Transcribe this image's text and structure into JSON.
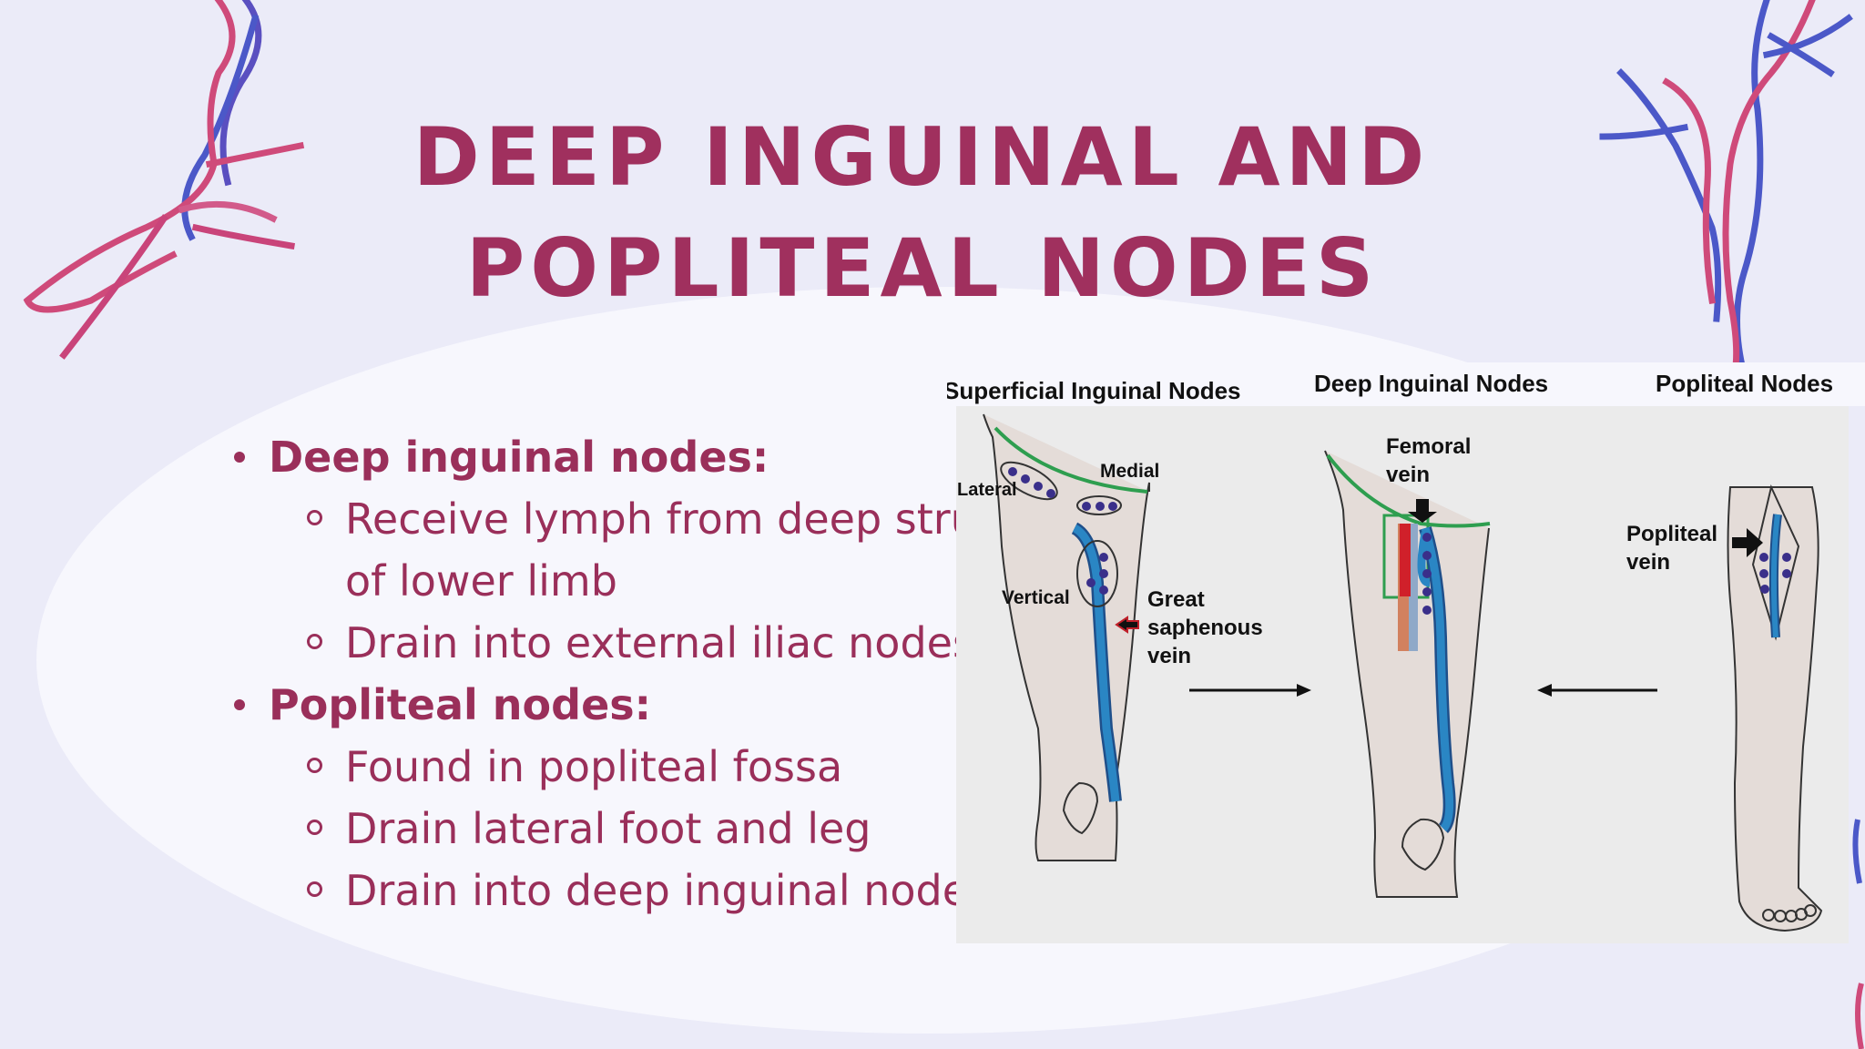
{
  "slide": {
    "title_line1": "DEEP INGUINAL AND",
    "title_line2": "POPLITEAL NODES"
  },
  "bullets": [
    {
      "heading": "Deep inguinal nodes:",
      "items": [
        "Receive lymph from deep structures",
        "of lower limb",
        "Drain into external iliac nodes"
      ]
    },
    {
      "heading": "Popliteal nodes:",
      "items": [
        "Found in popliteal fossa",
        "Drain lateral foot and leg",
        "Drain into deep inguinal nodes"
      ]
    }
  ],
  "figure": {
    "header_superficial": "Superficial Inguinal Nodes",
    "header_deep": "Deep Inguinal Nodes",
    "header_popliteal": "Popliteal Nodes",
    "label_lateral": "Lateral",
    "label_medial": "Medial",
    "label_vertical": "Vertical",
    "label_great_1": "Great",
    "label_great_2": "saphenous",
    "label_great_3": "vein",
    "label_femoral_1": "Femoral",
    "label_femoral_2": "vein",
    "label_popliteal_1": "Popliteal",
    "label_popliteal_2": "vein"
  },
  "colors": {
    "title": "#a0305e",
    "body_text": "#9a2f5a",
    "background": "#ebebf8",
    "vein_blue": "#1f7db8",
    "artery_red": "#d0202a",
    "fascia_green": "#2e9e4f",
    "node_purple": "#3a2f8a"
  },
  "icons": [
    "blood-vessel-decoration-icon",
    "arrow-right-icon",
    "arrow-left-icon",
    "black-pointer-arrow-icon"
  ]
}
